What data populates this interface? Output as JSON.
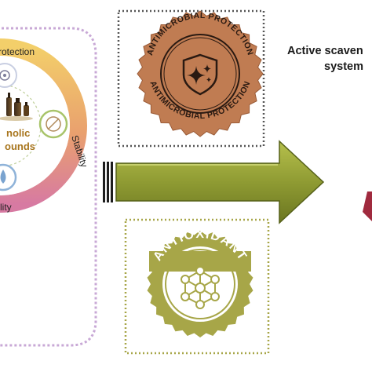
{
  "left_panel": {
    "ring_labels": {
      "protection": "rotection",
      "stability": "Stability",
      "lity": "lity"
    },
    "center_label_line1": "nolic",
    "center_label_line2": "ounds"
  },
  "top_badge": {
    "ring_text_top": "ANTIMICROBIAL PROTECTION",
    "ring_text_bottom": "ANTIMICROBIAL PROTECTION",
    "icon": "shield-sparkle-icon",
    "color": "#c07c52"
  },
  "bottom_badge": {
    "ring_text": "ANTIOXIDANT",
    "icon": "molecule-network-icon",
    "color": "#a7a648"
  },
  "right_panel": {
    "title_line1": "Active scaven",
    "title_line2": "system"
  },
  "colors": {
    "arrow_fill": "#8e9a34",
    "arrow_dark": "#6e7a22",
    "ring_gradient": [
      "#f3cf6a",
      "#e79a6e",
      "#d87ca0"
    ],
    "dotted_left": "#c9a9d9",
    "right_accent": "#a02a3e"
  }
}
